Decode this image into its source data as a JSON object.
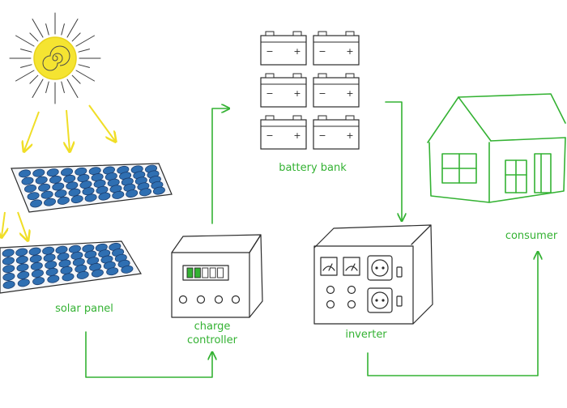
{
  "colors": {
    "accent": "#34b233",
    "sun": "#f5e431",
    "ray": "#f0de27",
    "panel_cell": "#2f6fb2",
    "outline": "#2b2b2b"
  },
  "labels": {
    "solar_panel": "solar panel",
    "charge_controller_line1": "charge",
    "charge_controller_line2": "controller",
    "battery_bank": "battery bank",
    "inverter": "inverter",
    "consumer": "consumer"
  },
  "battery": {
    "terminal_minus": "−",
    "terminal_plus": "+"
  },
  "controller_display": {
    "level_filled": 2,
    "level_total": 5
  }
}
